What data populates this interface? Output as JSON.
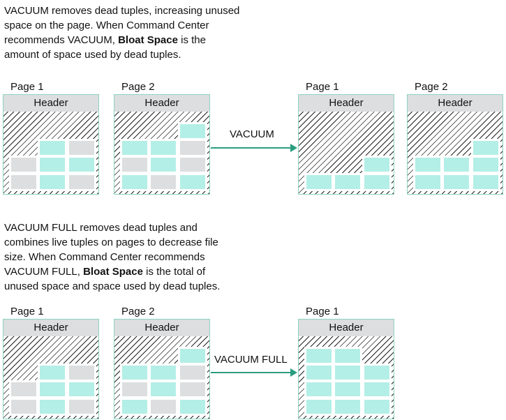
{
  "top_text": {
    "pre": "VACUUM removes dead tuples, increasing unused space on the page. When Command Center recommends VACUUM, ",
    "bold": "Bloat Space",
    "post": " is the amount of space used by dead tuples."
  },
  "bottom_text": {
    "pre": "VACUUM FULL removes dead tuples and combines live tuples on pages to decrease file size. When Command Center recommends VACUUM FULL, ",
    "bold": "Bloat Space",
    "post": " is the total of unused space and space used by dead tuples."
  },
  "header_label": "Header",
  "vacuum_label": "VACUUM",
  "vacuum_full_label": "VACUUM FULL",
  "colors": {
    "live": "#b3efe6",
    "dead": "#dcdedf",
    "arrow": "#2a9d80"
  },
  "pages": [
    {
      "label": "Page 1",
      "group": "top-before",
      "cells": [
        [
          "",
          "",
          ""
        ],
        [
          "",
          "live",
          "dead"
        ],
        [
          "dead",
          "live",
          "live"
        ],
        [
          "dead",
          "live",
          "dead"
        ]
      ]
    },
    {
      "label": "Page 2",
      "group": "top-before",
      "cells": [
        [
          "",
          "",
          "live"
        ],
        [
          "live",
          "live",
          "dead"
        ],
        [
          "dead",
          "live",
          "dead"
        ],
        [
          "live",
          "dead",
          "live"
        ]
      ]
    },
    {
      "label": "Page 1",
      "group": "top-after",
      "cells": [
        [
          "",
          "",
          ""
        ],
        [
          "",
          "",
          ""
        ],
        [
          "",
          "",
          "live"
        ],
        [
          "live",
          "live",
          "live"
        ]
      ]
    },
    {
      "label": "Page 2",
      "group": "top-after",
      "cells": [
        [
          "",
          "",
          ""
        ],
        [
          "",
          "",
          "live"
        ],
        [
          "live",
          "live",
          "live"
        ],
        [
          "live",
          "live",
          "live"
        ]
      ]
    },
    {
      "label": "Page 1",
      "group": "bottom-before",
      "cells": [
        [
          "",
          "",
          ""
        ],
        [
          "",
          "live",
          "dead"
        ],
        [
          "dead",
          "live",
          "live"
        ],
        [
          "dead",
          "live",
          "dead"
        ]
      ]
    },
    {
      "label": "Page 2",
      "group": "bottom-before",
      "cells": [
        [
          "",
          "",
          "live"
        ],
        [
          "live",
          "live",
          "dead"
        ],
        [
          "dead",
          "live",
          "dead"
        ],
        [
          "live",
          "dead",
          "live"
        ]
      ]
    },
    {
      "label": "Page 1",
      "group": "bottom-after",
      "cells": [
        [
          "live",
          "live",
          ""
        ],
        [
          "live",
          "live",
          "live"
        ],
        [
          "live",
          "live",
          "live"
        ],
        [
          "live",
          "live",
          "live"
        ]
      ]
    }
  ]
}
